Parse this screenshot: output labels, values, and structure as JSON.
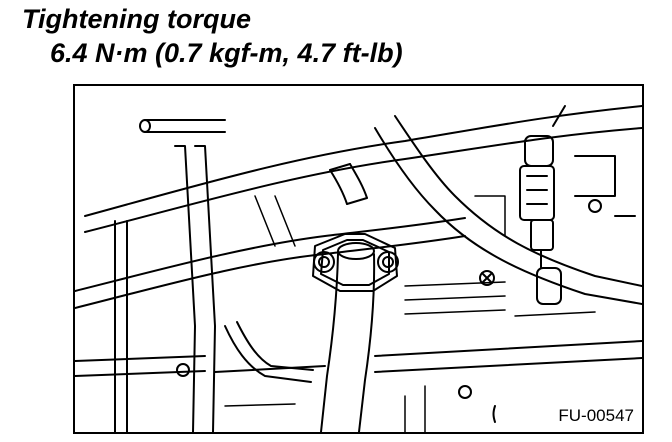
{
  "heading": {
    "title": "Tightening torque",
    "spec": "6.4 N·m (0.7 kgf-m, 4.7 ft-lb)"
  },
  "figure": {
    "code": "FU-00547",
    "line_color": "#000000",
    "background": "#ffffff"
  }
}
